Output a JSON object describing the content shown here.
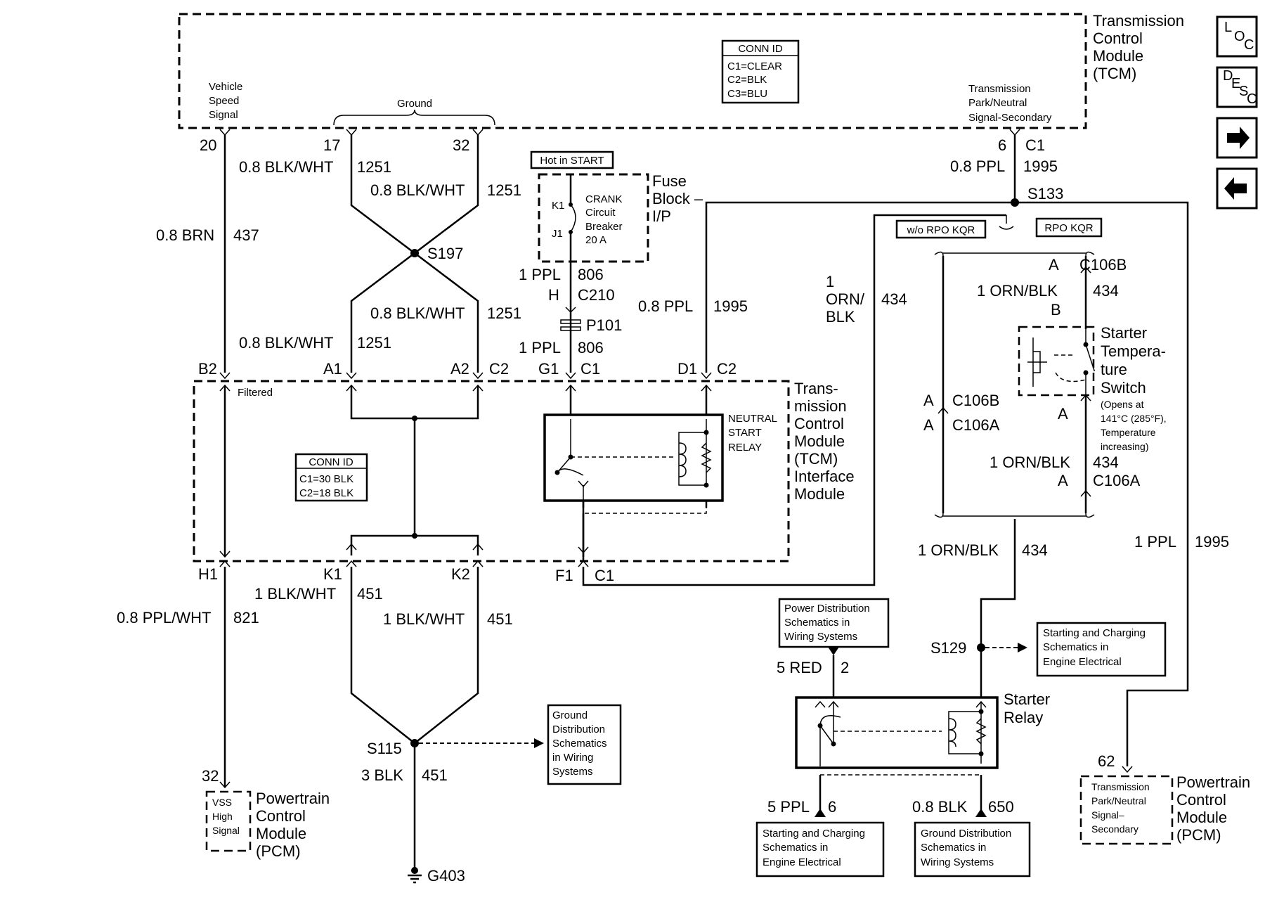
{
  "tcm_title": [
    "Transmission",
    "Control",
    "Module",
    "(TCM)"
  ],
  "tcm_conn": {
    "title": "CONN ID",
    "lines": [
      "C1=CLEAR",
      "C2=BLK",
      "C3=BLU"
    ]
  },
  "vehicle_speed_signal": [
    "Vehicle",
    "Speed",
    "Signal"
  ],
  "ground_label": "Ground",
  "trans_pn_signal": [
    "Transmission",
    "Park/Neutral",
    "Signal-Secondary"
  ],
  "pins_top": {
    "p20": "20",
    "p17": "17",
    "p32": "32",
    "p6": "6",
    "c1": "C1"
  },
  "wires": {
    "w437_gauge": "0.8 BRN",
    "w437": "437",
    "w1251_a_gauge": "0.8 BLK/WHT",
    "w1251_a": "1251",
    "w1251_b_gauge": "0.8 BLK/WHT",
    "w1251_b": "1251",
    "w1251_c_gauge": "0.8 BLK/WHT",
    "w1251_c": "1251",
    "w1251_d_gauge": "0.8 BLK/WHT",
    "w1251_d": "1251",
    "w1995_top_gauge": "0.8 PPL",
    "w1995_top": "1995",
    "w1995_mid_gauge": "0.8 PPL",
    "w1995_mid": "1995",
    "w1995_right_gauge": "1 PPL",
    "w1995_right": "1995",
    "w806_a_gauge": "1 PPL",
    "w806_a": "806",
    "w806_b_gauge": "1 PPL",
    "w806_b": "806",
    "w434_left_gauge": [
      "1",
      "ORN/",
      "BLK"
    ],
    "w434_left": "434",
    "w434_b_gauge": "1 ORN/BLK",
    "w434_b": "434",
    "w434_c_gauge": "1 ORN/BLK",
    "w434_c": "434",
    "w434_d_gauge": "1 ORN/BLK",
    "w434_d": "434",
    "w821_gauge": "0.8 PPL/WHT",
    "w821": "821",
    "w451_a_gauge": "1 BLK/WHT",
    "w451_a": "451",
    "w451_b_gauge": "1 BLK/WHT",
    "w451_b": "451",
    "w451_c_gauge": "3 BLK",
    "w451_c": "451",
    "w2_gauge": "5 RED",
    "w2": "2",
    "w6_gauge": "5 PPL",
    "w6": "6",
    "w650_gauge": "0.8 BLK",
    "w650": "650"
  },
  "splices": {
    "s197": "S197",
    "s133": "S133",
    "s115": "S115",
    "s129": "S129",
    "g403": "G403"
  },
  "hot_in_start": "Hot in START",
  "fuse_block": [
    "Fuse",
    "Block –",
    "I/P"
  ],
  "crank_breaker": [
    "CRANK",
    "Circuit",
    "Breaker",
    "20 A"
  ],
  "k1": "K1",
  "j1": "J1",
  "c210": {
    "pin": "H",
    "name": "C210"
  },
  "p101": "P101",
  "tcm_if_pins": {
    "b2": "B2",
    "a1": "A1",
    "a2": "A2",
    "c2a": "C2",
    "g1": "G1",
    "c1a": "C1",
    "d1": "D1",
    "c2b": "C2",
    "h1": "H1",
    "k1": "K1",
    "k2": "K2",
    "f1": "F1",
    "c1b": "C1"
  },
  "filtered": "Filtered",
  "if_conn": {
    "title": "CONN ID",
    "lines": [
      "C1=30 BLK",
      "C2=18 BLK"
    ]
  },
  "neutral_start_relay": [
    "NEUTRAL",
    "START",
    "RELAY"
  ],
  "tcm_interface_title": [
    "Trans-",
    "mission",
    "Control",
    "Module",
    "(TCM)",
    "Interface",
    "Module"
  ],
  "wo_rpo": "w/o RPO KQR",
  "rpo": "RPO KQR",
  "c106b_top": {
    "pin": "A",
    "name": "C106B",
    "pinb": "B"
  },
  "c106_left": {
    "pin1": "A",
    "name1": "C106B",
    "pin2": "A",
    "name2": "C106A"
  },
  "c106a_right": {
    "pin1": "A",
    "pin2": "A",
    "name": "C106A"
  },
  "starter_temp_switch": [
    "Starter",
    "Tempera-",
    "ture",
    "Switch"
  ],
  "switch_note": [
    "(Opens at",
    "141°C (285°F),",
    "Temperature",
    "increasing)"
  ],
  "power_dist": [
    "Power Distribution",
    "Schematics in",
    "Wiring Systems"
  ],
  "starting_charging_1": [
    "Starting and Charging",
    "Schematics in",
    "Engine Electrical"
  ],
  "starting_charging_2": [
    "Starting and Charging",
    "Schematics in",
    "Engine Electrical"
  ],
  "ground_dist_1": [
    "Ground",
    "Distribution",
    "Schematics",
    "in Wiring",
    "Systems"
  ],
  "ground_dist_2": [
    "Ground Distribution",
    "Schematics in",
    "Wiring Systems"
  ],
  "starter_relay": [
    "Starter",
    "Relay"
  ],
  "pcm_left": {
    "pin": "32",
    "inner": [
      "VSS",
      "High",
      "Signal"
    ],
    "title": [
      "Powertrain",
      "Control",
      "Module",
      "(PCM)"
    ]
  },
  "pcm_right": {
    "pin": "62",
    "inner": [
      "Transmission",
      "Park/Neutral",
      "Signal–",
      "Secondary"
    ],
    "title": [
      "Powertrain",
      "Control",
      "Module",
      "(PCM)"
    ]
  },
  "nav": {
    "loc": {
      "a": "L",
      "b": "O",
      "c": "C"
    },
    "desc": {
      "a": "D",
      "b": "E",
      "c": "S",
      "d": "C"
    },
    "next": "→",
    "prev": "←"
  }
}
